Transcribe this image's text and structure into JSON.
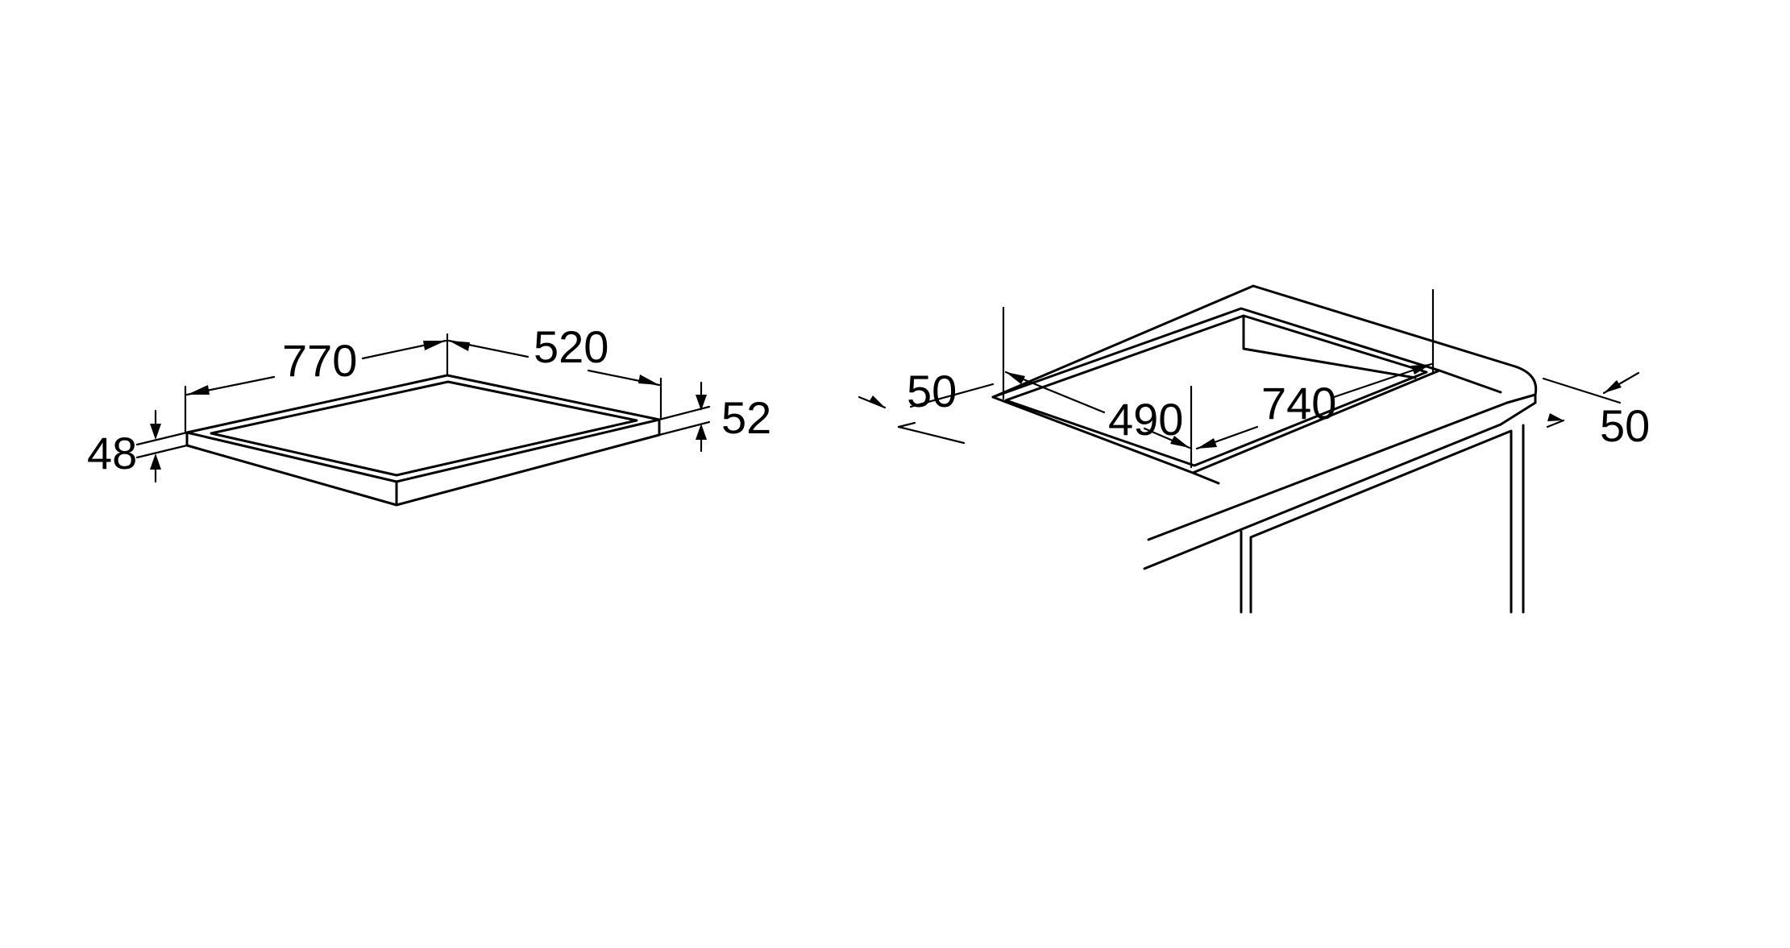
{
  "hob_dimensions": {
    "width": "770",
    "depth": "520",
    "height_left": "48",
    "height_right": "52"
  },
  "cutout_dimensions": {
    "cutout_width": "740",
    "cutout_depth": "490",
    "front_margin": "50",
    "rear_margin": "50"
  },
  "colors": {
    "line": "#000000",
    "background": "#ffffff"
  }
}
